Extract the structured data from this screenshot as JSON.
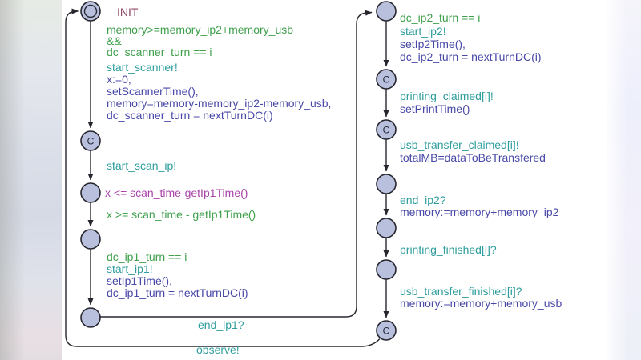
{
  "colors": {
    "guard_green": "#3fa04c",
    "sync_teal": "#2e9d9d",
    "update_blue": "#4848a8",
    "invariant_purple": "#a843a8",
    "location_name_maroon": "#8f4a66",
    "location_fill": "#b8c0de",
    "edge_stroke": "#26262e"
  },
  "locations": {
    "init_name": "INIT",
    "committed_marker": "C"
  },
  "labels": {
    "scan_guard1": "memory>=memory_ip2+memory_usb",
    "scan_guard2": "&&",
    "scan_guard3": "dc_scanner_turn == i",
    "scan_sync": "start_scanner!",
    "scan_upd1": "x:=0,",
    "scan_upd2": "setScannerTime(),",
    "scan_upd3": "memory=memory-memory_ip2-memory_usb,",
    "scan_upd4": "dc_scanner_turn = nextTurnDC(i)",
    "start_scan_ip_sync": "start_scan_ip!",
    "scan_invariant": "x <= scan_time-getIp1Time()",
    "scan_done_guard": "x >= scan_time - getIp1Time()",
    "ip1_guard": "dc_ip1_turn == i",
    "ip1_sync": "start_ip1!",
    "ip1_upd1": "setIp1Time(),",
    "ip1_upd2": "dc_ip1_turn = nextTurnDC(i)",
    "end_ip1_sync": "end_ip1?",
    "observe_sync": "observe!",
    "ip2_guard": "dc_ip2_turn == i",
    "ip2_sync": "start_ip2!",
    "ip2_upd1": "setIp2Time(),",
    "ip2_upd2": "dc_ip2_turn = nextTurnDC(i)",
    "printing_claimed_sync": "printing_claimed[i]!",
    "printing_claimed_upd": "setPrintTime()",
    "usb_claimed_sync": "usb_transfer_claimed[i]!",
    "usb_claimed_upd": "totalMB=dataToBeTransfered",
    "end_ip2_sync": "end_ip2?",
    "end_ip2_upd": "memory:=memory+memory_ip2",
    "printing_finished_sync": "printing_finished[i]?",
    "usb_finished_sync": "usb_transfer_finished[i]?",
    "usb_finished_upd": "memory:=memory+memory_usb"
  }
}
